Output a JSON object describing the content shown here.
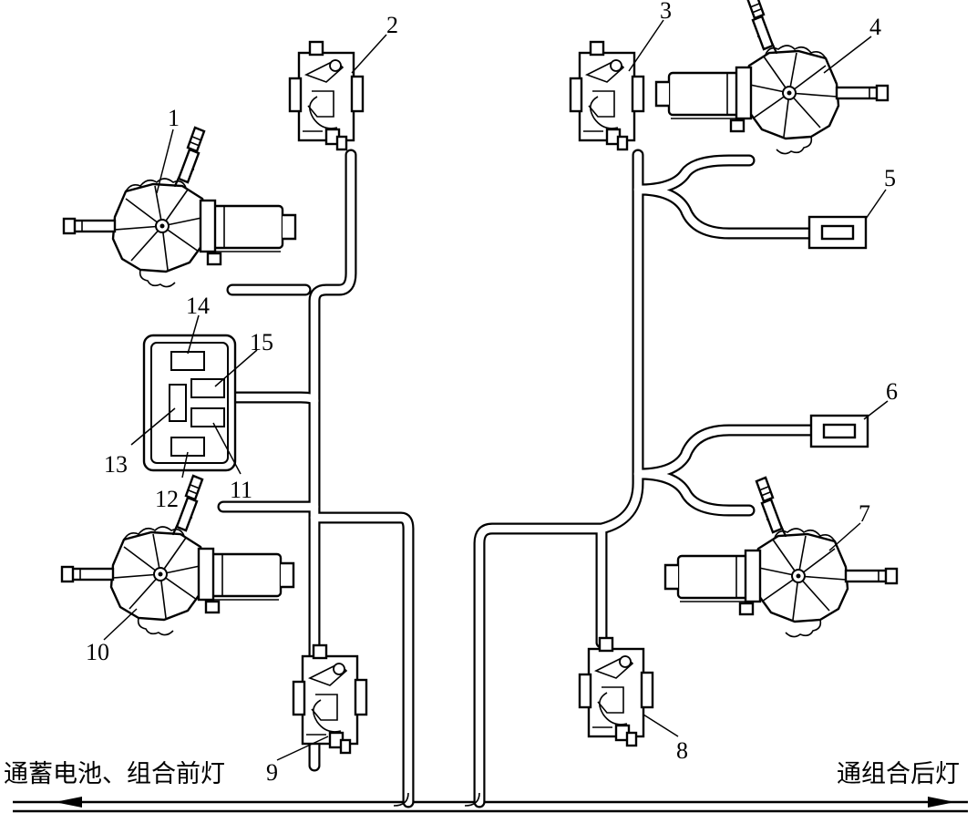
{
  "callouts": [
    "1",
    "2",
    "3",
    "4",
    "5",
    "6",
    "7",
    "8",
    "9",
    "10",
    "11",
    "12",
    "13",
    "14",
    "15"
  ],
  "captions": {
    "left": "通蓄电池、组合前灯",
    "right": "通组合后灯"
  }
}
